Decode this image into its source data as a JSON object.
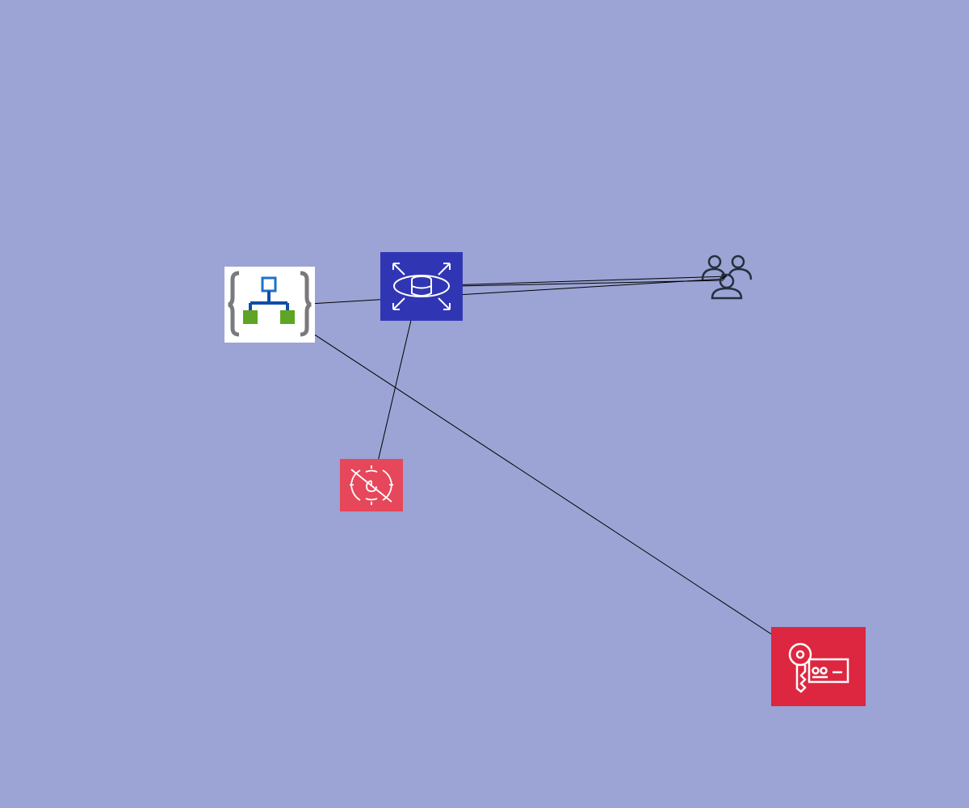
{
  "diagram": {
    "background_color": "#9ba4d4",
    "nodes": [
      {
        "id": "logic-app",
        "icon": "logic-app-workflow-icon",
        "color": "#ffffff"
      },
      {
        "id": "rds",
        "icon": "rds-database-icon",
        "color": "#3036b3"
      },
      {
        "id": "users",
        "icon": "users-group-icon",
        "color": "#232f3e"
      },
      {
        "id": "guardduty",
        "icon": "guardduty-icon",
        "color": "#e7475a"
      },
      {
        "id": "iam",
        "icon": "iam-key-credential-icon",
        "color": "#dd2740"
      }
    ],
    "edges": [
      {
        "from": "rds",
        "to": "users"
      },
      {
        "from": "users",
        "to": "logic-app"
      },
      {
        "from": "users",
        "to": "rds"
      },
      {
        "from": "rds",
        "to": "guardduty"
      },
      {
        "from": "iam",
        "to": "logic-app"
      }
    ]
  }
}
